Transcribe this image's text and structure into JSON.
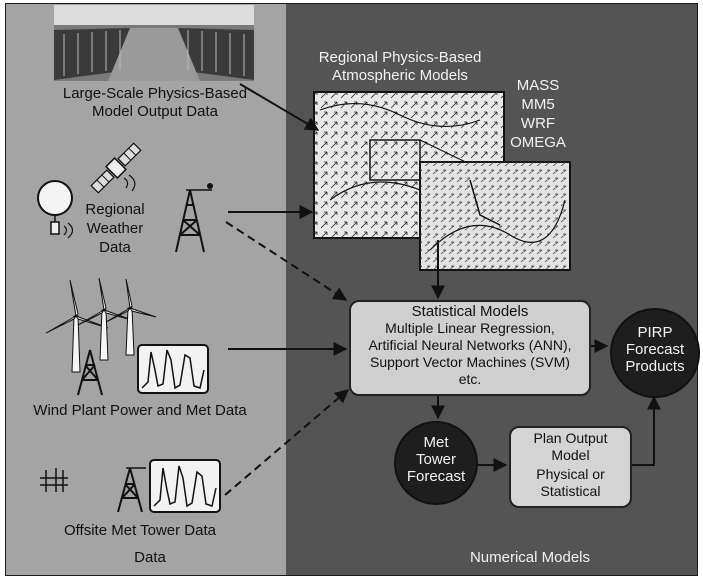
{
  "left_panel": {
    "large_scale_label": [
      "Large-Scale Physics-Based",
      "Model Output Data"
    ],
    "regional_weather_label": [
      "Regional",
      "Weather",
      "Data"
    ],
    "wind_plant_label": "Wind Plant Power and Met Data",
    "offsite_label": "Offsite Met Tower Data",
    "footer": "Data"
  },
  "right_panel": {
    "regional_models_label": [
      "Regional Physics-Based",
      "Atmospheric Models"
    ],
    "model_names": [
      "MASS",
      "MM5",
      "WRF",
      "OMEGA"
    ],
    "statistical_box": [
      "Statistical Models",
      "Multiple Linear Regression,",
      "Artificial Neural Networks (ANN),",
      "Support Vector Machines (SVM)",
      "etc."
    ],
    "pirp_circle": [
      "PIRP",
      "Forecast",
      "Products"
    ],
    "met_circle": [
      "Met",
      "Tower",
      "Forecast"
    ],
    "plan_box": [
      "Plan Output",
      "Model",
      "Physical or",
      "Statistical"
    ],
    "footer": "Numerical Models"
  },
  "colors": {
    "left_bg": "#a4a4a4",
    "right_bg": "#545454",
    "box_fill": "#cfcfcf",
    "circle_fill": "#1e1e1e"
  }
}
